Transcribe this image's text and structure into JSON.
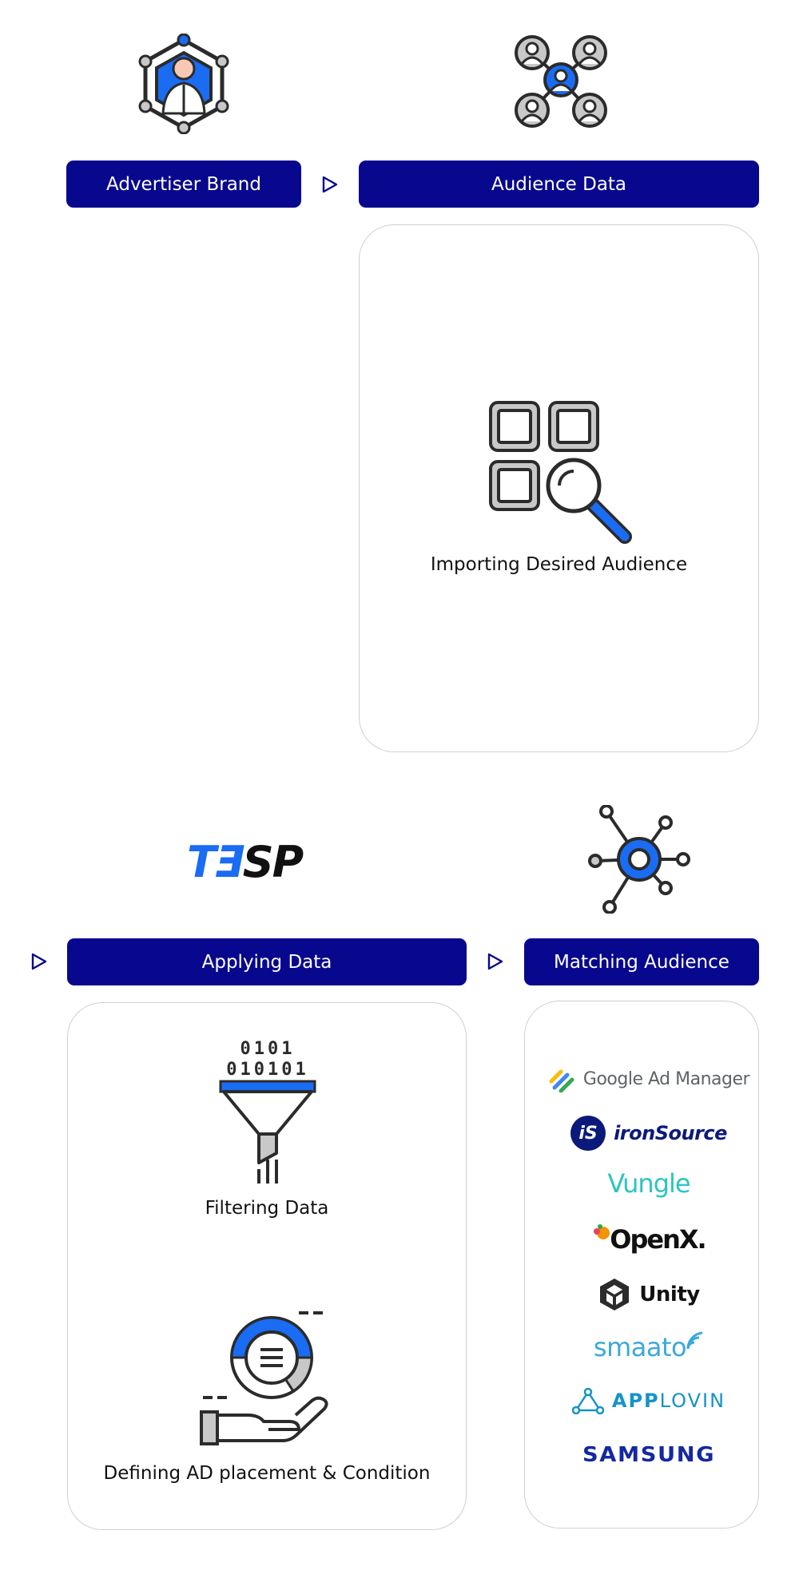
{
  "colors": {
    "navy": "#08088e",
    "accent_blue": "#1a6cf2",
    "icon_gray": "#c8c8c8",
    "icon_stroke": "#2b2b2b",
    "card_border": "#cfcfcf"
  },
  "top": {
    "advertiser": {
      "label": "Advertiser Brand",
      "icon": "advertiser-brand-icon"
    },
    "audience": {
      "label": "Audience Data",
      "icon": "audience-network-icon"
    },
    "import_card": {
      "caption": "Importing Desired Audience",
      "icon": "grid-search-icon"
    }
  },
  "bottom": {
    "brand_logo": {
      "text_left": "TǝSP",
      "part1": "TƎ",
      "part2": "SP"
    },
    "applying": {
      "label": "Applying Data",
      "filter_caption": "Filtering Data",
      "placement_caption": "Defining AD placement & Condition",
      "binary_top": "0101",
      "binary_bottom": "010101"
    },
    "matching": {
      "label": "Matching Audience",
      "icon": "hub-network-icon",
      "partners": [
        {
          "name": "Google Ad Manager",
          "icon": "google-ad-manager-icon"
        },
        {
          "name": "ironSource",
          "icon": "ironsource-icon",
          "badge": "iS"
        },
        {
          "name": "Vungle"
        },
        {
          "name": "OpenX.",
          "icon": "openx-dots-icon"
        },
        {
          "name": "Unity",
          "icon": "unity-cube-icon",
          "mark": "·"
        },
        {
          "name": "smaato",
          "icon": "smaato-signal-icon"
        },
        {
          "name_bold": "APP",
          "name_light": "LOVIN",
          "icon": "applovin-icon"
        },
        {
          "name": "SAMSUNG"
        }
      ]
    }
  }
}
